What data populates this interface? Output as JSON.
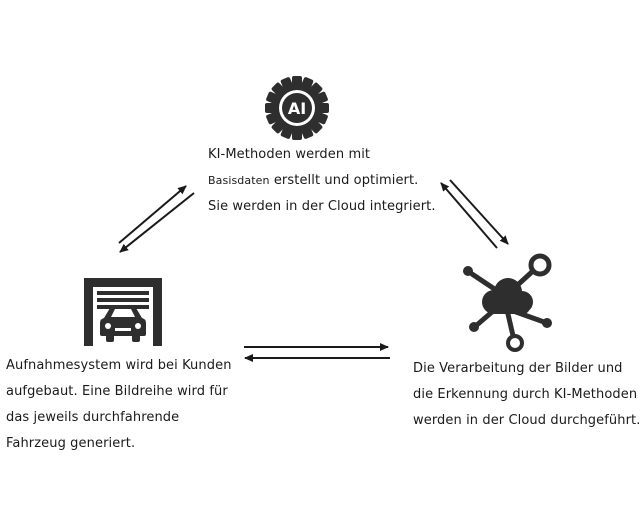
{
  "nodes": {
    "ai": {
      "icon": "ai-chip-icon",
      "icon_text": "AI",
      "lines": [
        {
          "small": "",
          "text": "KI-Methoden werden mit"
        },
        {
          "small": "Basisdaten",
          "text": " erstellt und optimiert."
        },
        {
          "small": "",
          "text": "Sie werden in der Cloud integriert."
        }
      ]
    },
    "capture": {
      "icon": "garage-car-icon",
      "lines": [
        "Aufnahmesystem wird bei Kunden",
        "aufgebaut. Eine Bildreihe wird für",
        "das jeweils durchfahrende",
        "Fahrzeug generiert."
      ]
    },
    "cloud": {
      "icon": "cloud-network-icon",
      "lines": [
        "Die Verarbeitung der Bilder und",
        "die Erkennung durch KI-Methoden",
        "werden in der Cloud durchgeführt."
      ]
    }
  },
  "arrows": [
    {
      "name": "ai-capture-arrows",
      "connects": [
        "ai",
        "capture"
      ],
      "direction": "bidirectional"
    },
    {
      "name": "ai-cloud-arrows",
      "connects": [
        "ai",
        "cloud"
      ],
      "direction": "bidirectional"
    },
    {
      "name": "capture-cloud-arrows",
      "connects": [
        "capture",
        "cloud"
      ],
      "direction": "bidirectional"
    }
  ],
  "colors": {
    "icon": "#2e2e2e",
    "text": "#1a1a1a",
    "background": "#ffffff"
  }
}
